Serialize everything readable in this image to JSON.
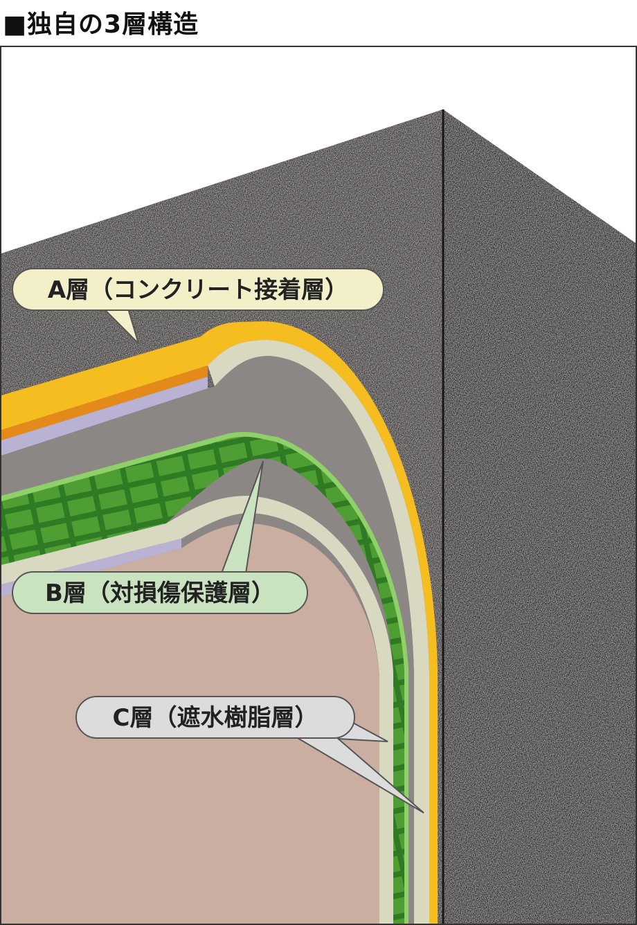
{
  "heading": {
    "marker": "■",
    "title": "独自の3層構造"
  },
  "layers": {
    "a": {
      "label": "A層（コンクリート接着層）",
      "color": "#f5bd1f",
      "bubble_color": "#f3efc9"
    },
    "b": {
      "label": "B層（対損傷保護層）",
      "color": "#4f9a2c",
      "bubble_color": "#c9e2c0"
    },
    "c": {
      "label": "C層（遮水樹脂層）",
      "color": "#d9d9c2",
      "bubble_color": "#dcdcdc"
    }
  },
  "colors": {
    "concrete": "#3a3330",
    "concrete_side": "#2a2421",
    "tunnel_interior": "#c9aea1",
    "frame_border": "#333333"
  }
}
